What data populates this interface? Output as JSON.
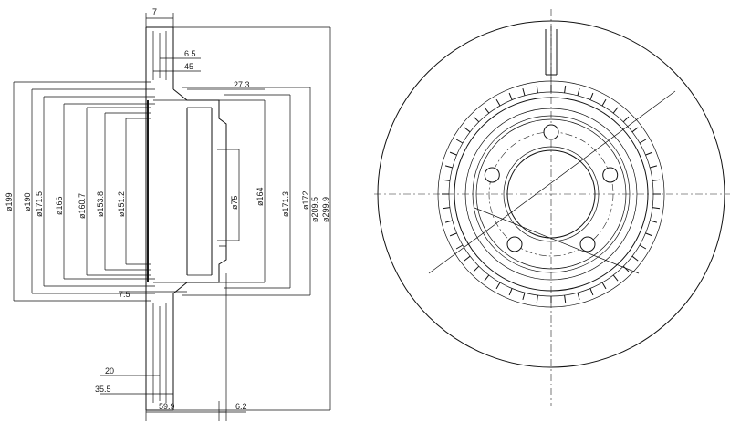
{
  "side_view": {
    "top_dims": [
      "7",
      "6.5",
      "45",
      "27.3"
    ],
    "vertical_dims": [
      "ø199",
      "ø190",
      "ø171.5",
      "ø166",
      "ø160.7",
      "ø153.8",
      "ø151.2",
      "ø75",
      "ø164",
      "ø171.3",
      "ø172",
      "ø209.5",
      "ø299.9"
    ],
    "inner_dim": "7.5",
    "bottom_dims": [
      "20",
      "35.5",
      "59.9",
      "6.2"
    ]
  },
  "front_view": {
    "bolt_holes": 5,
    "vent_slots": 48
  }
}
